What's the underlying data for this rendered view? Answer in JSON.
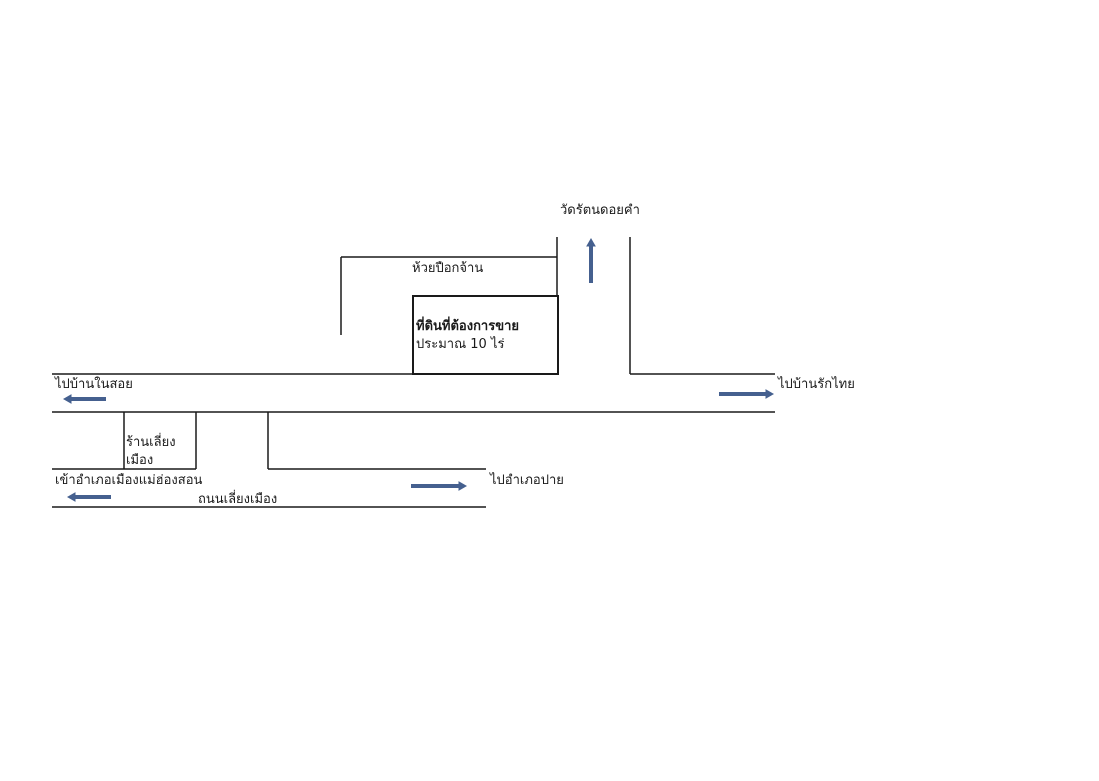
{
  "map": {
    "labels": {
      "temple": "วัดรัตนดอยคำ",
      "stream": "ห้วยปือกจ้าน",
      "land_title": "ที่ดินที่ต้องการขาย",
      "land_area": "ประมาณ 10 ไร่",
      "to_ban_nai_soi": "ไปบ้านในสอย",
      "to_ban_rak_thai": "ไปบ้านรักไทย",
      "shop_line1": "ร้านเลี่ยง",
      "shop_line2": "เมือง",
      "to_mae_hong_son": "เข้าอำเภอเมืองแม่ฮ่องสอน",
      "to_pai": "ไปอำเภอปาย",
      "bypass_road": "ถนนเลี่ยงเมือง"
    },
    "colors": {
      "road_line": "#1a1a1a",
      "arrow": "#45608f"
    },
    "icons": [
      "arrow-up-icon",
      "arrow-left-icon",
      "arrow-right-icon"
    ]
  }
}
